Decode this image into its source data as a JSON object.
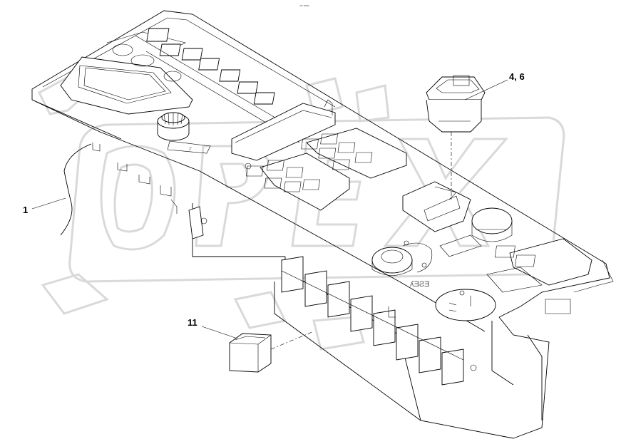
{
  "drawing": {
    "header_mark": "ᵒᵐ ʷʷʷ",
    "stamp_text": "ʎƎƧƎ",
    "watermark_text": "OPEX"
  },
  "callouts": [
    {
      "id": "c1",
      "label": "1"
    },
    {
      "id": "c46",
      "label": "4, 6"
    },
    {
      "id": "c11",
      "label": "11"
    }
  ]
}
